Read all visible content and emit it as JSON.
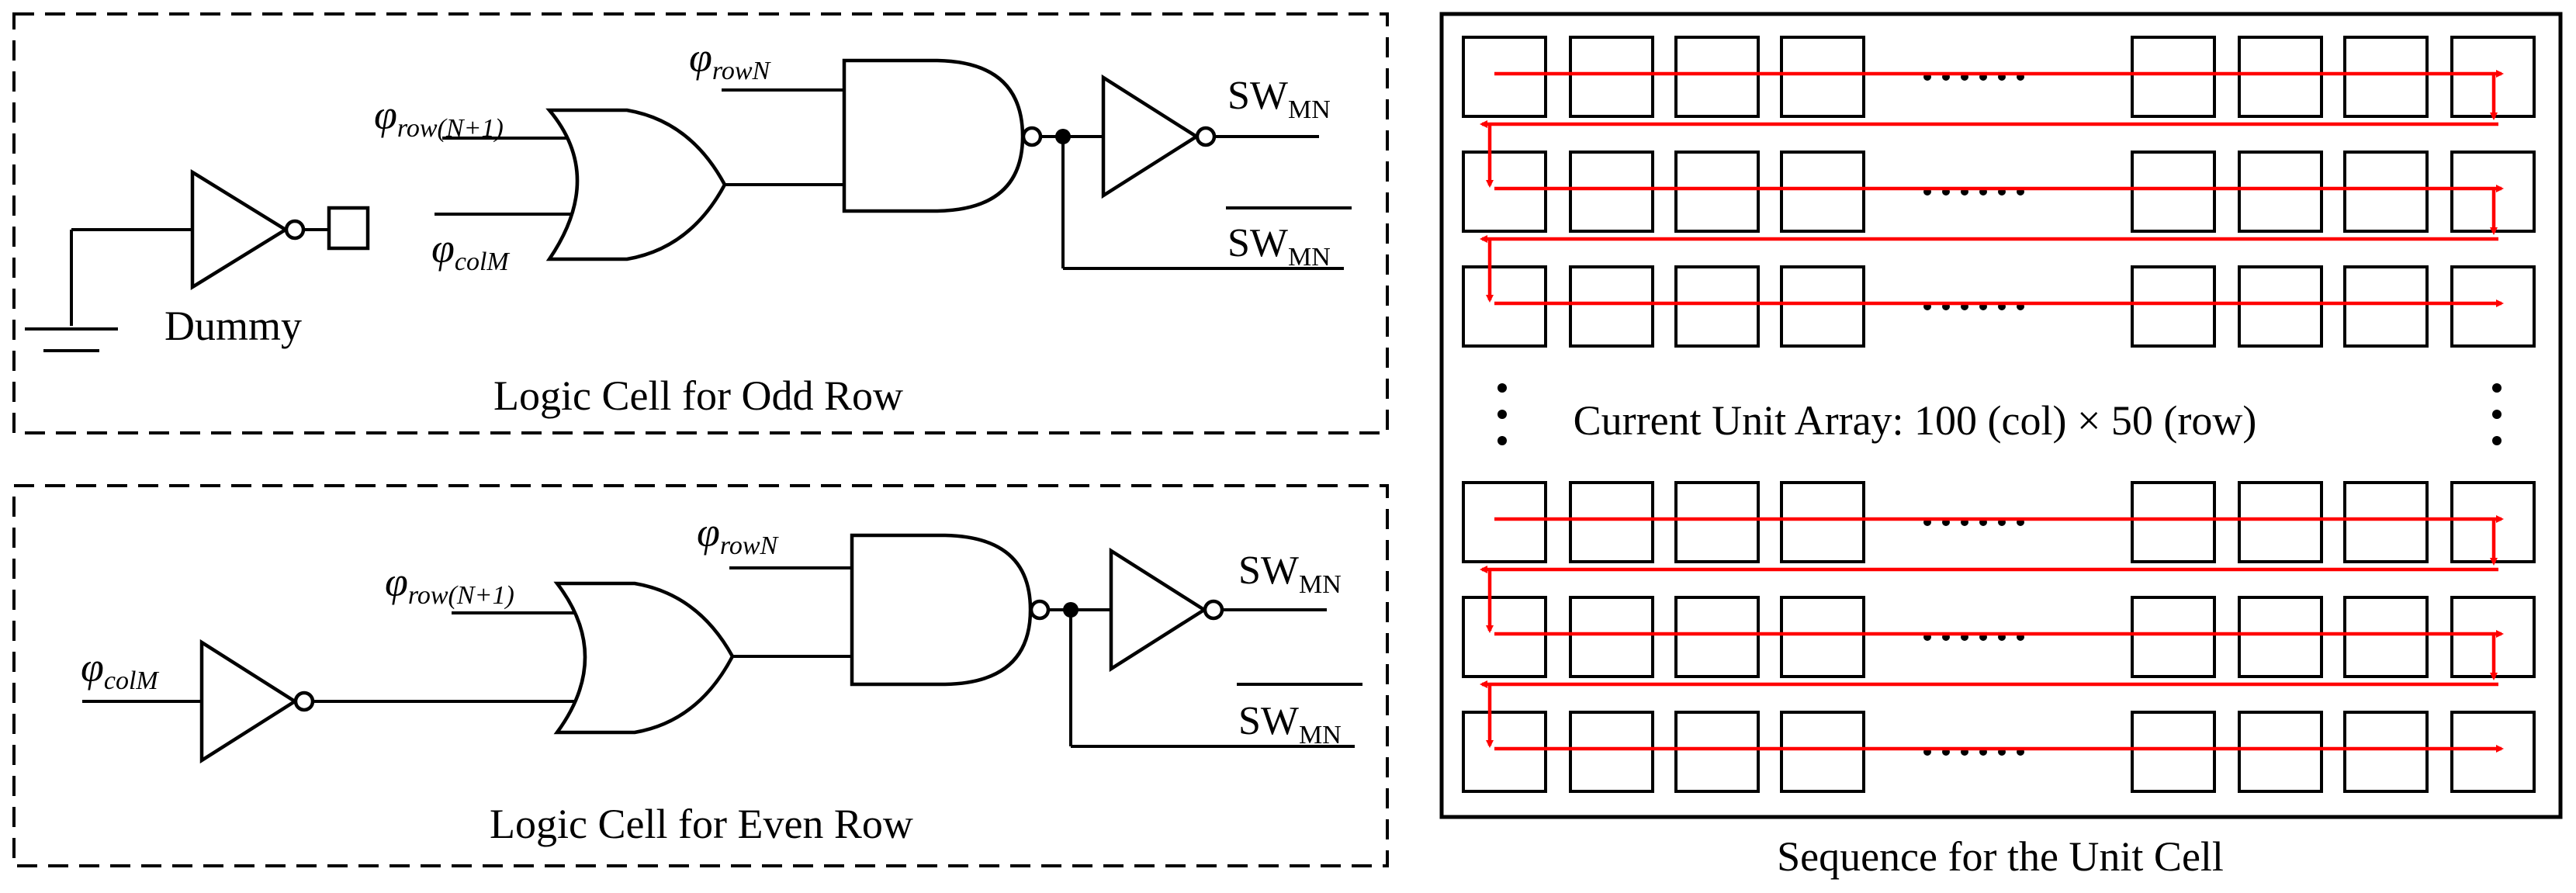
{
  "odd_panel": {
    "caption": "Logic Cell for Odd Row",
    "dummy_label": "Dummy",
    "in_row_next_sym": "φ",
    "in_row_next_sub": "row(N+1)",
    "in_col_sym": "φ",
    "in_col_sub": "colM",
    "in_row_sym": "φ",
    "in_row_sub": "rowN",
    "out_sw": "SW",
    "out_sw_sub": "MN",
    "out_swb": "SW",
    "out_swb_sub": "MN"
  },
  "even_panel": {
    "caption": "Logic Cell for Even Row",
    "in_col_sym": "φ",
    "in_col_sub": "colM",
    "in_row_next_sym": "φ",
    "in_row_next_sub": "row(N+1)",
    "in_row_sym": "φ",
    "in_row_sub": "rowN",
    "out_sw": "SW",
    "out_sw_sub": "MN",
    "out_swb": "SW",
    "out_swb_sub": "MN"
  },
  "array_panel": {
    "caption": "Sequence for the  Unit Cell",
    "array_label": "Current Unit Array: 100 (col) × 50 (row)"
  },
  "colors": {
    "sequence_arrow": "#ff0000",
    "line": "#000000"
  }
}
